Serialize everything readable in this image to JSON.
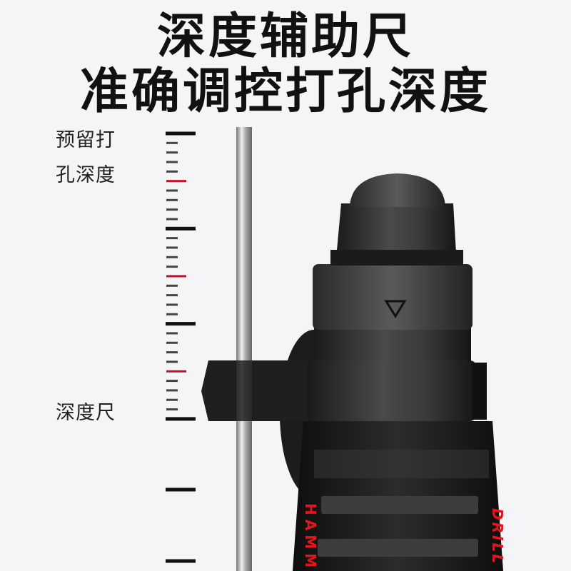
{
  "headline": {
    "line1": "深度辅助尺",
    "line2": "准确调控打孔深度"
  },
  "labels": {
    "reserve_depth_line1": "预留打",
    "reserve_depth_line2": "孔深度",
    "depth_ruler": "深度尺"
  },
  "drill_markings": {
    "left_text": "HAMM",
    "right_text": "DRILL"
  },
  "colors": {
    "background": "#f3f5f7",
    "ruler_major": "#111111",
    "ruler_minor": "#444444",
    "ruler_accent": "#c0102a",
    "brand_text": "#e3161e"
  }
}
